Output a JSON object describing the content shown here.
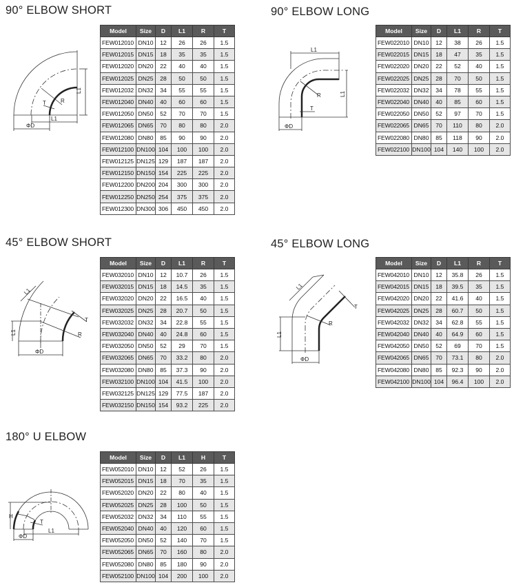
{
  "sections": {
    "elbow90short": {
      "title": "90° ELBOW SHORT",
      "columns": [
        "Model",
        "Size",
        "D",
        "L1",
        "R",
        "T"
      ],
      "rows": [
        [
          "FEW012010",
          "DN10",
          "12",
          "26",
          "26",
          "1.5"
        ],
        [
          "FEW012015",
          "DN15",
          "18",
          "35",
          "35",
          "1.5"
        ],
        [
          "FEW012020",
          "DN20",
          "22",
          "40",
          "40",
          "1.5"
        ],
        [
          "FEW012025",
          "DN25",
          "28",
          "50",
          "50",
          "1.5"
        ],
        [
          "FEW012032",
          "DN32",
          "34",
          "55",
          "55",
          "1.5"
        ],
        [
          "FEW012040",
          "DN40",
          "40",
          "60",
          "60",
          "1.5"
        ],
        [
          "FEW012050",
          "DN50",
          "52",
          "70",
          "70",
          "1.5"
        ],
        [
          "FEW012065",
          "DN65",
          "70",
          "80",
          "80",
          "2.0"
        ],
        [
          "FEW012080",
          "DN80",
          "85",
          "90",
          "90",
          "2.0"
        ],
        [
          "FEW012100",
          "DN100",
          "104",
          "100",
          "100",
          "2.0"
        ],
        [
          "FEW012125",
          "DN125",
          "129",
          "187",
          "187",
          "2.0"
        ],
        [
          "FEW012150",
          "DN150",
          "154",
          "225",
          "225",
          "2.0"
        ],
        [
          "FEW012200",
          "DN200",
          "204",
          "300",
          "300",
          "2.0"
        ],
        [
          "FEW012250",
          "DN250",
          "254",
          "375",
          "375",
          "2.0"
        ],
        [
          "FEW012300",
          "DN300",
          "306",
          "450",
          "450",
          "2.0"
        ]
      ],
      "diagram_labels": {
        "l1": "L1",
        "r": "R",
        "t": "T",
        "d": "ΦD"
      }
    },
    "elbow90long": {
      "title": "90° ELBOW LONG",
      "columns": [
        "Model",
        "Size",
        "D",
        "L1",
        "R",
        "T"
      ],
      "rows": [
        [
          "FEW022010",
          "DN10",
          "12",
          "38",
          "26",
          "1.5"
        ],
        [
          "FEW022015",
          "DN15",
          "18",
          "47",
          "35",
          "1.5"
        ],
        [
          "FEW022020",
          "DN20",
          "22",
          "52",
          "40",
          "1.5"
        ],
        [
          "FEW022025",
          "DN25",
          "28",
          "70",
          "50",
          "1.5"
        ],
        [
          "FEW022032",
          "DN32",
          "34",
          "78",
          "55",
          "1.5"
        ],
        [
          "FEW022040",
          "DN40",
          "40",
          "85",
          "60",
          "1.5"
        ],
        [
          "FEW022050",
          "DN50",
          "52",
          "97",
          "70",
          "1.5"
        ],
        [
          "FEW022065",
          "DN65",
          "70",
          "110",
          "80",
          "2.0"
        ],
        [
          "FEW022080",
          "DN80",
          "85",
          "118",
          "90",
          "2.0"
        ],
        [
          "FEW022100",
          "DN100",
          "104",
          "140",
          "100",
          "2.0"
        ]
      ],
      "diagram_labels": {
        "l1": "L1",
        "r": "R",
        "t": "T",
        "d": "ΦD"
      }
    },
    "elbow45short": {
      "title": "45° ELBOW SHORT",
      "columns": [
        "Model",
        "Size",
        "D",
        "L1",
        "R",
        "T"
      ],
      "rows": [
        [
          "FEW032010",
          "DN10",
          "12",
          "10.7",
          "26",
          "1.5"
        ],
        [
          "FEW032015",
          "DN15",
          "18",
          "14.5",
          "35",
          "1.5"
        ],
        [
          "FEW032020",
          "DN20",
          "22",
          "16.5",
          "40",
          "1.5"
        ],
        [
          "FEW032025",
          "DN25",
          "28",
          "20.7",
          "50",
          "1.5"
        ],
        [
          "FEW032032",
          "DN32",
          "34",
          "22.8",
          "55",
          "1.5"
        ],
        [
          "FEW032040",
          "DN40",
          "40",
          "24.8",
          "60",
          "1.5"
        ],
        [
          "FEW032050",
          "DN50",
          "52",
          "29",
          "70",
          "1.5"
        ],
        [
          "FEW032065",
          "DN65",
          "70",
          "33.2",
          "80",
          "2.0"
        ],
        [
          "FEW032080",
          "DN80",
          "85",
          "37.3",
          "90",
          "2.0"
        ],
        [
          "FEW032100",
          "DN100",
          "104",
          "41.5",
          "100",
          "2.0"
        ],
        [
          "FEW032125",
          "DN125",
          "129",
          "77.5",
          "187",
          "2.0"
        ],
        [
          "FEW032150",
          "DN150",
          "154",
          "93.2",
          "225",
          "2.0"
        ]
      ],
      "diagram_labels": {
        "l1": "L1",
        "r": "R",
        "t": "T",
        "d": "ΦD"
      }
    },
    "elbow45long": {
      "title": "45° ELBOW LONG",
      "columns": [
        "Model",
        "Size",
        "D",
        "L1",
        "R",
        "T"
      ],
      "rows": [
        [
          "FEW042010",
          "DN10",
          "12",
          "35.8",
          "26",
          "1.5"
        ],
        [
          "FEW042015",
          "DN15",
          "18",
          "39.5",
          "35",
          "1.5"
        ],
        [
          "FEW042020",
          "DN20",
          "22",
          "41.6",
          "40",
          "1.5"
        ],
        [
          "FEW042025",
          "DN25",
          "28",
          "60.7",
          "50",
          "1.5"
        ],
        [
          "FEW042032",
          "DN32",
          "34",
          "62.8",
          "55",
          "1.5"
        ],
        [
          "FEW042040",
          "DN40",
          "40",
          "64.9",
          "60",
          "1.5"
        ],
        [
          "FEW042050",
          "DN50",
          "52",
          "69",
          "70",
          "1.5"
        ],
        [
          "FEW042065",
          "DN65",
          "70",
          "73.1",
          "80",
          "2.0"
        ],
        [
          "FEW042080",
          "DN80",
          "85",
          "92.3",
          "90",
          "2.0"
        ],
        [
          "FEW042100",
          "DN100",
          "104",
          "96.4",
          "100",
          "2.0"
        ]
      ],
      "diagram_labels": {
        "l1": "L1",
        "r": "R",
        "t": "T",
        "d": "ΦD"
      }
    },
    "uelbow180": {
      "title": "180° U ELBOW",
      "columns": [
        "Model",
        "Size",
        "D",
        "L1",
        "H",
        "T"
      ],
      "rows": [
        [
          "FEW052010",
          "DN10",
          "12",
          "52",
          "26",
          "1.5"
        ],
        [
          "FEW052015",
          "DN15",
          "18",
          "70",
          "35",
          "1.5"
        ],
        [
          "FEW052020",
          "DN20",
          "22",
          "80",
          "40",
          "1.5"
        ],
        [
          "FEW052025",
          "DN25",
          "28",
          "100",
          "50",
          "1.5"
        ],
        [
          "FEW052032",
          "DN32",
          "34",
          "110",
          "55",
          "1.5"
        ],
        [
          "FEW052040",
          "DN40",
          "40",
          "120",
          "60",
          "1.5"
        ],
        [
          "FEW052050",
          "DN50",
          "52",
          "140",
          "70",
          "1.5"
        ],
        [
          "FEW052065",
          "DN65",
          "70",
          "160",
          "80",
          "2.0"
        ],
        [
          "FEW052080",
          "DN80",
          "85",
          "180",
          "90",
          "2.0"
        ],
        [
          "FEW052100",
          "DN100",
          "104",
          "200",
          "100",
          "2.0"
        ]
      ],
      "diagram_labels": {
        "l1": "L1",
        "h": "H",
        "t": "T",
        "d": "ΦD"
      }
    }
  }
}
